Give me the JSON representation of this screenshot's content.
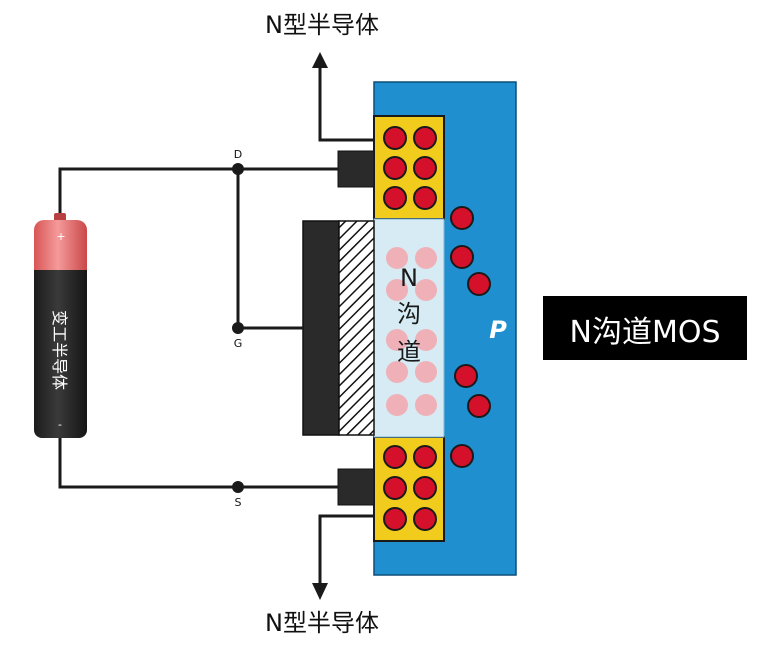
{
  "labels": {
    "top_terminal": "N型半导体",
    "bottom_terminal": "N型半导体",
    "drain": "D",
    "gate": "G",
    "source": "S",
    "substrate": "P",
    "channel_n": "N",
    "channel_c1": "沟",
    "channel_c2": "道",
    "battery_text": "变工半导体",
    "battery_plus": "+",
    "battery_minus": "-",
    "title_box": "N沟道MOS"
  },
  "colors": {
    "substrate": "#1f8fd0",
    "n_region": "#f2cc1c",
    "carrier": "#d4102a",
    "channel": "#d6ebf3",
    "wire": "#1a1a1a",
    "battery_top": "#f07a7a",
    "battery_body": "#2b2b2b",
    "title_bg": "#000000",
    "title_fg": "#ffffff"
  }
}
